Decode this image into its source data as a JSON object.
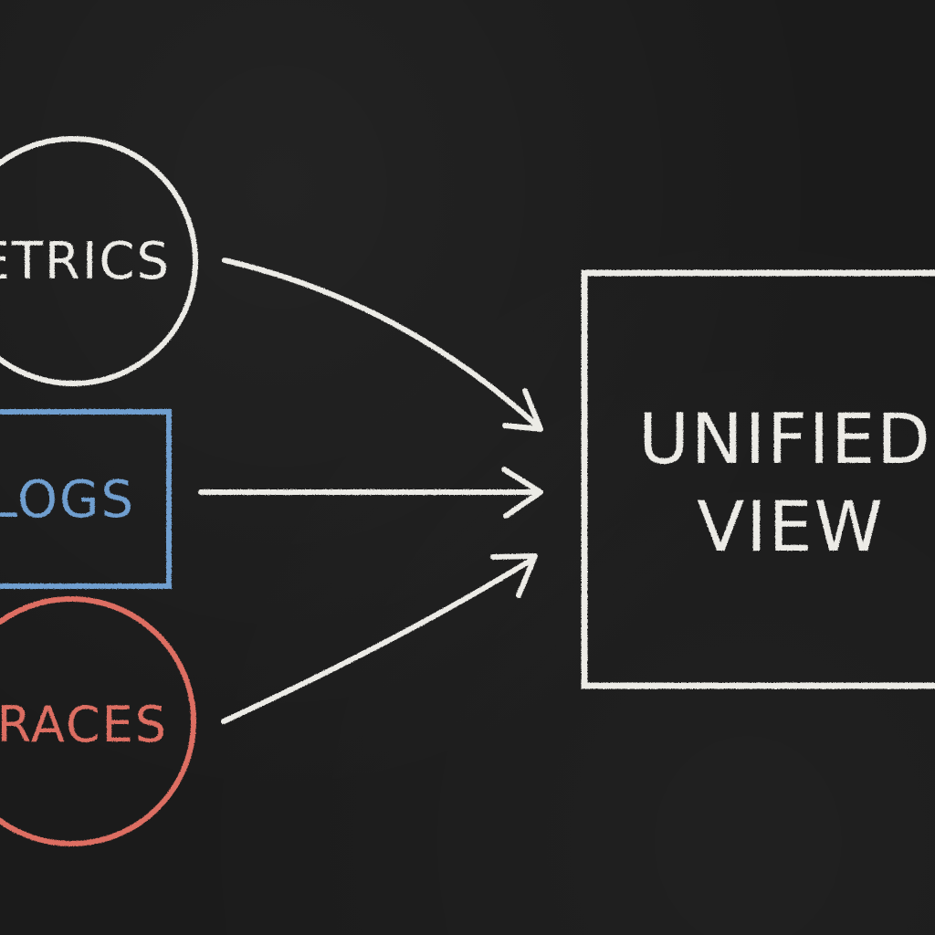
{
  "nodes": {
    "metrics": {
      "label": "METRICS",
      "color": "#ecebe6",
      "shape": "circle"
    },
    "logs": {
      "label": "LOGS",
      "color": "#6f9fd0",
      "shape": "rectangle"
    },
    "traces": {
      "label": "TRACES",
      "color": "#dd6e62",
      "shape": "circle"
    }
  },
  "target": {
    "line1": "UNIFIED",
    "line2": "VIEW",
    "color": "#ecebe6",
    "shape": "rectangle"
  },
  "edges": [
    {
      "from": "metrics",
      "to": "target"
    },
    {
      "from": "logs",
      "to": "target"
    },
    {
      "from": "traces",
      "to": "target"
    }
  ],
  "colors": {
    "background": "#1b1b1b",
    "arrow": "#ecebe6"
  }
}
